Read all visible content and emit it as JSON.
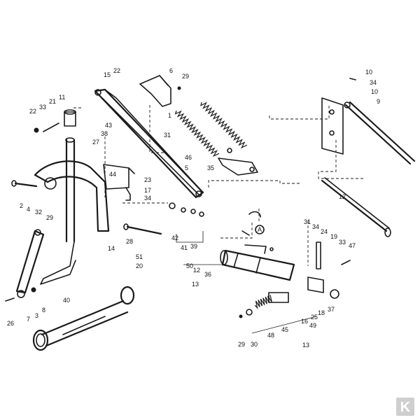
{
  "figure": {
    "callouts": [
      "22",
      "15",
      "6",
      "29",
      "10",
      "34",
      "10",
      "9",
      "22",
      "33",
      "21",
      "11",
      "43",
      "38",
      "27",
      "1",
      "31",
      "46",
      "5",
      "35",
      "44",
      "23",
      "17",
      "34",
      "4",
      "32",
      "29",
      "2",
      "14",
      "51",
      "28",
      "20",
      "42",
      "41",
      "39",
      "12",
      "36",
      "50",
      "13",
      "31",
      "34",
      "24",
      "19",
      "33",
      "47",
      "7",
      "8",
      "3",
      "26",
      "40",
      "45",
      "48",
      "30",
      "29",
      "13",
      "49",
      "16",
      "25",
      "18",
      "37"
    ],
    "circle_callout": "A",
    "split_marker": "12",
    "logo_letter": "K"
  }
}
